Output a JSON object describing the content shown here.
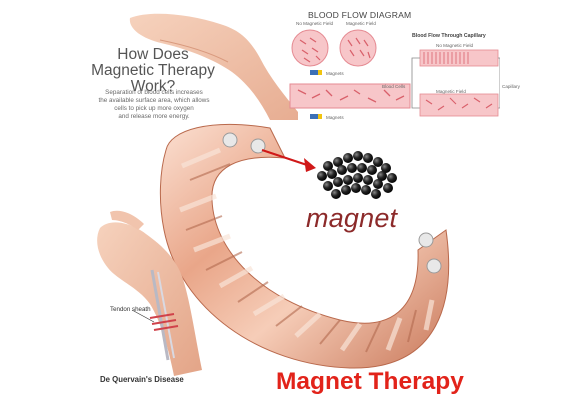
{
  "headline": {
    "lines": [
      "How Does",
      "Magnetic Therapy",
      "Work?"
    ]
  },
  "subtext": {
    "lines": [
      "Separation of blood cells increases",
      "the available surface area, which allows",
      "cells to pick up more oxygen",
      "and release more energy."
    ]
  },
  "diagram": {
    "title": "BLOOD FLOW DIAGRAM",
    "no_field_left": "No Magnetic Field",
    "magnetic_field": "Magnetic Field",
    "magnets_top": "Magnets",
    "magnets_bottom": "Magnets",
    "capillary_title": "Blood Flow Through Capillary",
    "capillary_no_field": "No Magnetic Field",
    "blood_cells": "Blood Cells",
    "capillary_field": "Magnetic Field",
    "capillary": "Capillary"
  },
  "magnet_label": "magnet",
  "tendon_label": "Tendon sheath",
  "disease_label": "De Quervain's Disease",
  "brand_text": "Magnet Therapy",
  "colors": {
    "brand_red": "#e2231a",
    "magnet_word": "#8c2a2a",
    "copper": "#e8a489",
    "blood_pink": "#f4a6ad"
  }
}
